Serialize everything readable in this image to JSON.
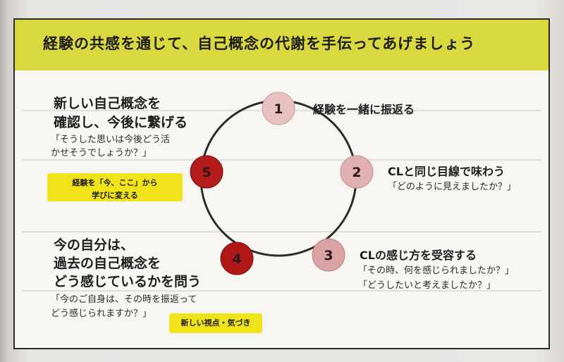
{
  "banner": {
    "title": "経験の共感を通じて、自己概念の代謝を手伝ってあげましょう"
  },
  "colors": {
    "banner": "#d9d83f",
    "tag": "#f0e31a",
    "node_light": "#e3b3b3",
    "node_dark": "#b51c1c",
    "ring": "#2b2b2b"
  },
  "cycle": {
    "nodes": [
      {
        "num": "1",
        "label": "経験を一緒に振返る",
        "questions": []
      },
      {
        "num": "2",
        "label": "CLと同じ目線で味わう",
        "questions": [
          "「どのように見えましたか？」"
        ]
      },
      {
        "num": "3",
        "label": "CLの感じ方を受容する",
        "questions": [
          "「その時、何を感じられましたか？」",
          "「どうしたいと考えましたか？」"
        ]
      },
      {
        "num": "4"
      },
      {
        "num": "5"
      }
    ]
  },
  "left_top": {
    "heading": [
      "新しい自己概念を",
      "確認し、今後に繋げる"
    ],
    "quote": [
      "「そうした思いは今後どう活",
      "かせそうでしょうか？」"
    ],
    "tag": [
      "経験を「今、ここ」から",
      "学びに変える"
    ]
  },
  "left_bottom": {
    "heading": [
      "今の自分は、",
      "過去の自己概念を",
      "どう感じているかを問う"
    ],
    "quote": [
      "「今のご自身は、その時を振返って",
      "どう感じられますか？」"
    ],
    "tag": "新しい視点・気づき"
  }
}
